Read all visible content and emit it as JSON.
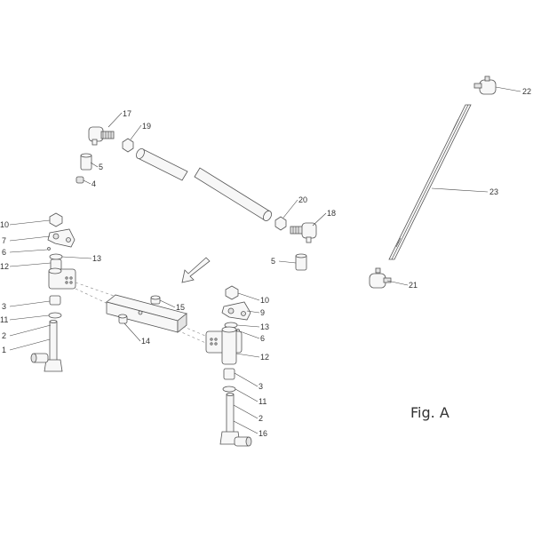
{
  "figure_label": "Fig. A",
  "callouts": {
    "c1": "1",
    "c2a": "2",
    "c2b": "2",
    "c3a": "3",
    "c3b": "3",
    "c4": "4",
    "c5a": "5",
    "c5b": "5",
    "c6a": "6",
    "c6b": "6",
    "c7": "7",
    "c9": "9",
    "c10a": "10",
    "c10b": "10",
    "c11a": "11",
    "c11b": "11",
    "c12a": "12",
    "c12b": "12",
    "c13a": "13",
    "c13b": "13",
    "c14": "14",
    "c15": "15",
    "c16": "16",
    "c17": "17",
    "c18": "18",
    "c19": "19",
    "c20": "20",
    "c21": "21",
    "c22": "22",
    "c23": "23"
  }
}
